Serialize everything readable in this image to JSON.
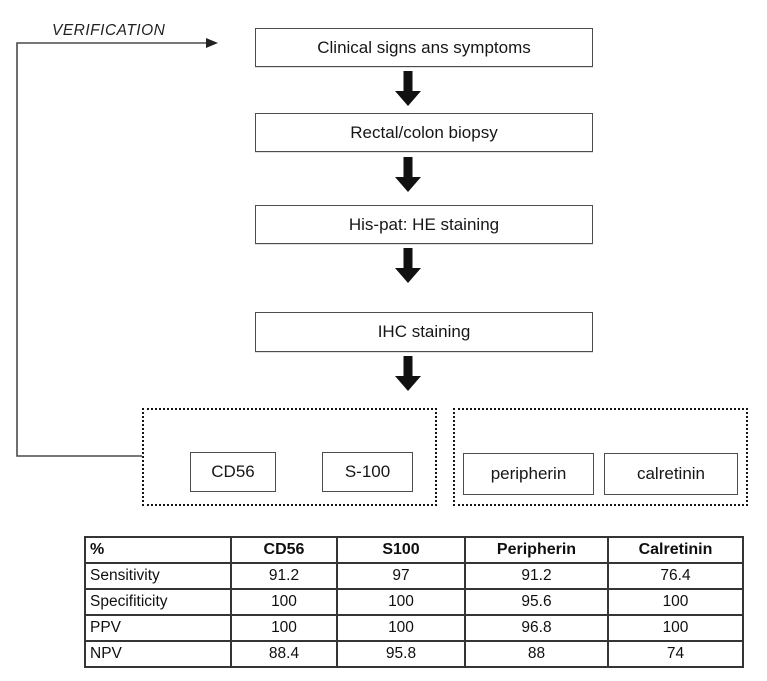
{
  "figure": {
    "verification_label": "VERIFICATION",
    "flow_steps": [
      "Clinical signs ans symptoms",
      "Rectal/colon biopsy",
      "His-pat: HE staining",
      "IHC staining"
    ],
    "marker_groups": [
      {
        "markers": [
          "CD56",
          "S-100"
        ]
      },
      {
        "markers": [
          "peripherin",
          "calretinin"
        ]
      }
    ]
  },
  "table": {
    "headers": [
      "%",
      "CD56",
      "S100",
      "Peripherin",
      "Calretinin"
    ],
    "rows": [
      {
        "label": "Sensitivity",
        "values": [
          "91.2",
          "97",
          "91.2",
          "76.4"
        ]
      },
      {
        "label": "Specifiticity",
        "values": [
          "100",
          "100",
          "95.6",
          "100"
        ]
      },
      {
        "label": "PPV",
        "values": [
          "100",
          "100",
          "96.8",
          "100"
        ]
      },
      {
        "label": "NPV",
        "values": [
          "88.4",
          "95.8",
          "88",
          "74"
        ]
      }
    ]
  },
  "colors": {
    "loop_line": "#4a4a4a",
    "arrow_fill": "#111111",
    "box_border": "#4c4c4c",
    "table_border": "#353535",
    "text": "#1a1a1a"
  }
}
